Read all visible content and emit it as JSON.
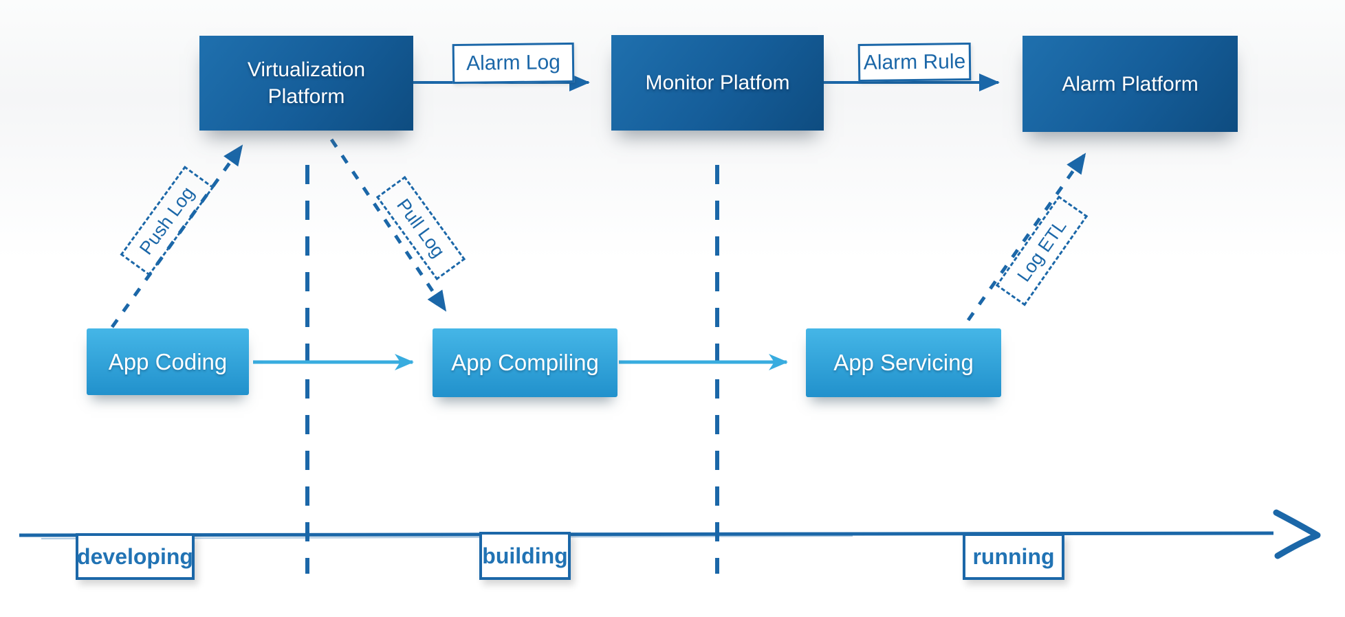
{
  "colors": {
    "accent": "#1b67a8",
    "platform-top": "#1f70ae",
    "platform-bottom": "#0e4c80",
    "app-top": "#45b6e7",
    "app-bottom": "#2191cc",
    "arrow-light": "#38acdf",
    "timeline-text": "#2173b4",
    "box-text": "#ffffff"
  },
  "platforms": [
    {
      "label": "Virtualization Platform"
    },
    {
      "label": "Monitor Platfom"
    },
    {
      "label": "Alarm Platform"
    }
  ],
  "apps": [
    {
      "label": "App Coding"
    },
    {
      "label": "App Compiling"
    },
    {
      "label": "App Servicing"
    }
  ],
  "flow_labels": [
    {
      "label": "Alarm Log"
    },
    {
      "label": "Alarm Rule"
    }
  ],
  "log_labels": [
    {
      "label": "Push Log"
    },
    {
      "label": "Pull Log"
    },
    {
      "label": "Log ETL"
    }
  ],
  "timeline": {
    "phases": [
      {
        "label": "developing"
      },
      {
        "label": "building"
      },
      {
        "label": "running"
      }
    ]
  }
}
